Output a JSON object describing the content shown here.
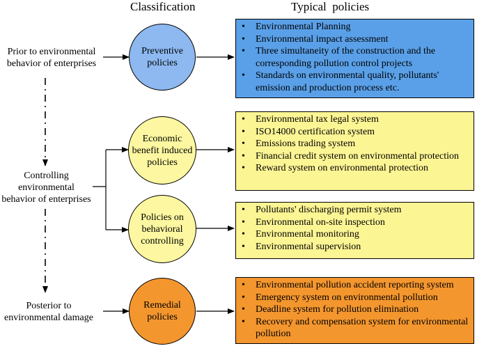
{
  "headers": {
    "classification": "Classification",
    "typical_policies": "Typical  policies"
  },
  "stages": {
    "prior": [
      "Prior to environmental",
      "behavior of enterprises"
    ],
    "controlling": [
      "Controlling",
      "environmental",
      "behavior of enterprises"
    ],
    "posterior": [
      "Posterior to",
      "environmental damage"
    ]
  },
  "categories": {
    "preventive": {
      "label": [
        "Preventive",
        "policies"
      ],
      "color": "#8db8f0",
      "box_color": "#5aa0e8",
      "items": [
        "Environmental Planning",
        "Environmental impact assessment",
        "Three simultaneity  of the construction  and the corresponding pollution control projects",
        "Standards on environmental quality, pollutants' emission and production process etc."
      ]
    },
    "economic": {
      "label": [
        "Economic",
        "benefit induced",
        "policies"
      ],
      "color": "#fcf7a0",
      "box_color": "#fcf594",
      "items": [
        "Environmental tax legal system",
        "ISO14000  certification system",
        "Emissions trading system",
        "Financial credit system on environmental protection",
        "Reward system on environmental protection"
      ]
    },
    "behavioral": {
      "label": [
        "Policies on",
        "behavioral",
        "controlling"
      ],
      "color": "#fcf7a0",
      "box_color": "#fcf594",
      "items": [
        "Pollutants' discharging permit system",
        "Environmental on-site inspection",
        "Environmental monitoring",
        "Environmental supervision"
      ]
    },
    "remedial": {
      "label": [
        "Remedial",
        "policies"
      ],
      "color": "#f4962e",
      "box_color": "#f4962e",
      "items": [
        "Environmental pollution accident reporting system",
        "Emergency system on environmental pollution",
        "Deadline system for pollution elimination",
        "Recovery and compensation system for environmental pollution"
      ]
    }
  }
}
